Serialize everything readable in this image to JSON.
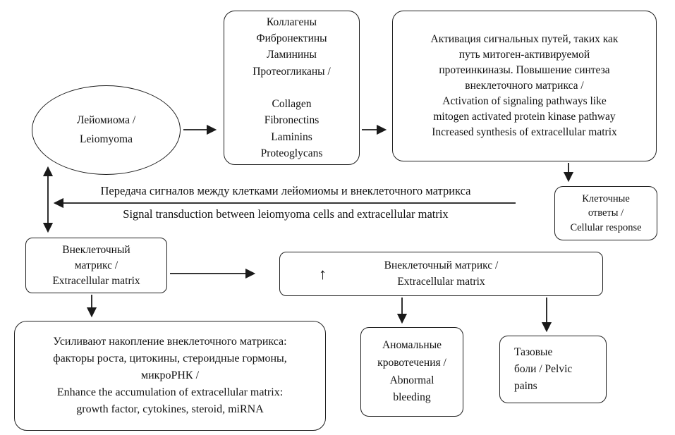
{
  "diagram": {
    "leiomyoma": "Лейомиома /\nLeiomyoma",
    "ecm_components": "Коллагены\nФибронектины\nЛаминины\nПротеогликаны /\n\nCollagen\nFibronectins\nLaminins\nProteoglycans",
    "activation": "Активация сигнальных путей, таких как\nпуть митоген-активируемой\nпротеинкиназы. Повышение синтеза\nвнеклеточного матрикса /\nActivation of signaling pathways like\nmitogen activated protein kinase pathway\nIncreased synthesis of extracellular matrix",
    "cellular_response": "Клеточные\nответы /\nCellular response",
    "signal_ru": "Передача сигналов между клетками лейомиомы и внеклеточного матрикса",
    "signal_en": "Signal transduction between leiomyoma cells and extracellular matrix",
    "ecm_left": "Внеклеточный\nматрикс /\nExtracellular matrix",
    "ecm_increased": "Внеклеточный матрикс /\nExtracellular matrix",
    "up_arrow": "↑",
    "enhance": "Усиливают накопление внеклеточного матрикса:\nфакторы роста, цитокины, стероидные гормоны,\nмикроРНК /\nEnhance the accumulation of extracellular matrix:\ngrowth factor, cytokines, steroid, miRNA",
    "abnormal_bleeding": "Аномальные\nкровотечения /\nAbnormal\nbleeding",
    "pelvic_pains": "Тазовые\nболи / Pelvic\npains",
    "line_color": "#1a1a1a"
  }
}
